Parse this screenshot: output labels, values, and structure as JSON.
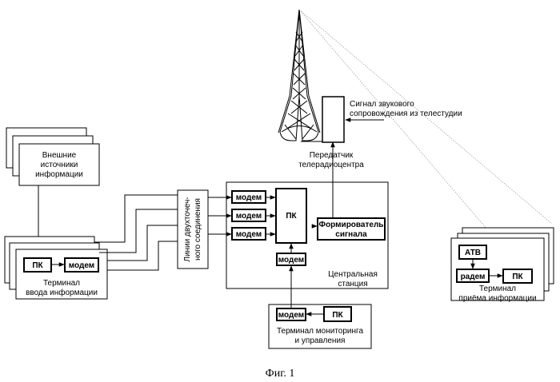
{
  "caption": "Фиг. 1",
  "external_sources": [
    "Внешние",
    "источники",
    "информации"
  ],
  "input_terminal": {
    "pc": "ПК",
    "modem": "модем",
    "label": [
      "Терминал",
      "ввода информации"
    ]
  },
  "lines": [
    "Линии двухточеч-",
    "ного соединения"
  ],
  "central_station": {
    "modems": [
      "модем",
      "модем",
      "модем"
    ],
    "pc": "ПК",
    "bottom_modem": "модем",
    "shaper": [
      "Формирователь",
      "сигнала"
    ],
    "label": [
      "Центральная",
      "станция"
    ]
  },
  "transmitter": [
    "Передатчик",
    "телерадиоцентра"
  ],
  "audio_signal": [
    "Сигнал звукового",
    "сопровождения из телестудии"
  ],
  "monitoring_terminal": {
    "modem": "модем",
    "pc": "ПК",
    "label": [
      "Терминал мониторинга",
      "и управления"
    ]
  },
  "receive_terminal": {
    "atv": "АТВ",
    "radem": "радем",
    "pc": "ПК",
    "label": [
      "Терминал",
      "приёма информации"
    ]
  }
}
